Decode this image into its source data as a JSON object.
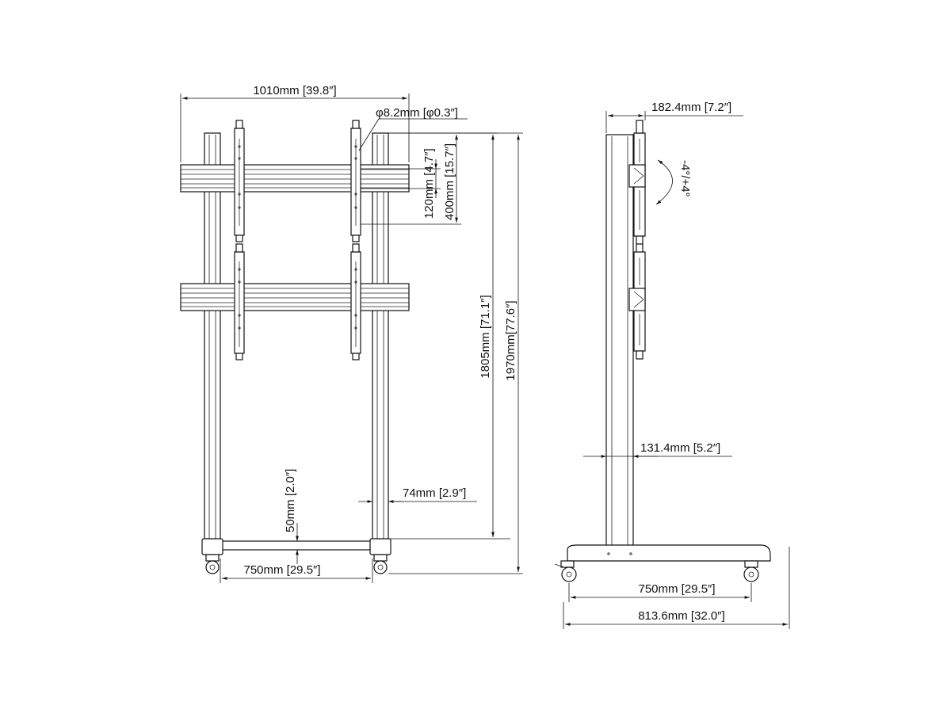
{
  "front_view": {
    "overall_width": "1010mm [39.8″]",
    "hole_diameter": "φ8.2mm [φ0.3″]",
    "vesa_small": "120mm [4.7″]",
    "vesa_large": "400mm [15.7″]",
    "mount_height": "1805mm [71.1″]",
    "overall_height": "1970mm[77.6″]",
    "column_width": "74mm [2.9″]",
    "base_clearance": "50mm [2.0″]",
    "caster_span": "750mm [29.5″]"
  },
  "side_view": {
    "top_depth": "182.4mm [7.2″]",
    "tilt_range": "-4°/+4°",
    "column_depth": "131.4mm [5.2″]",
    "caster_span": "750mm [29.5″]",
    "base_depth": "813.6mm [32.0″]"
  },
  "colors": {
    "line": "#111111",
    "background": "#ffffff"
  }
}
